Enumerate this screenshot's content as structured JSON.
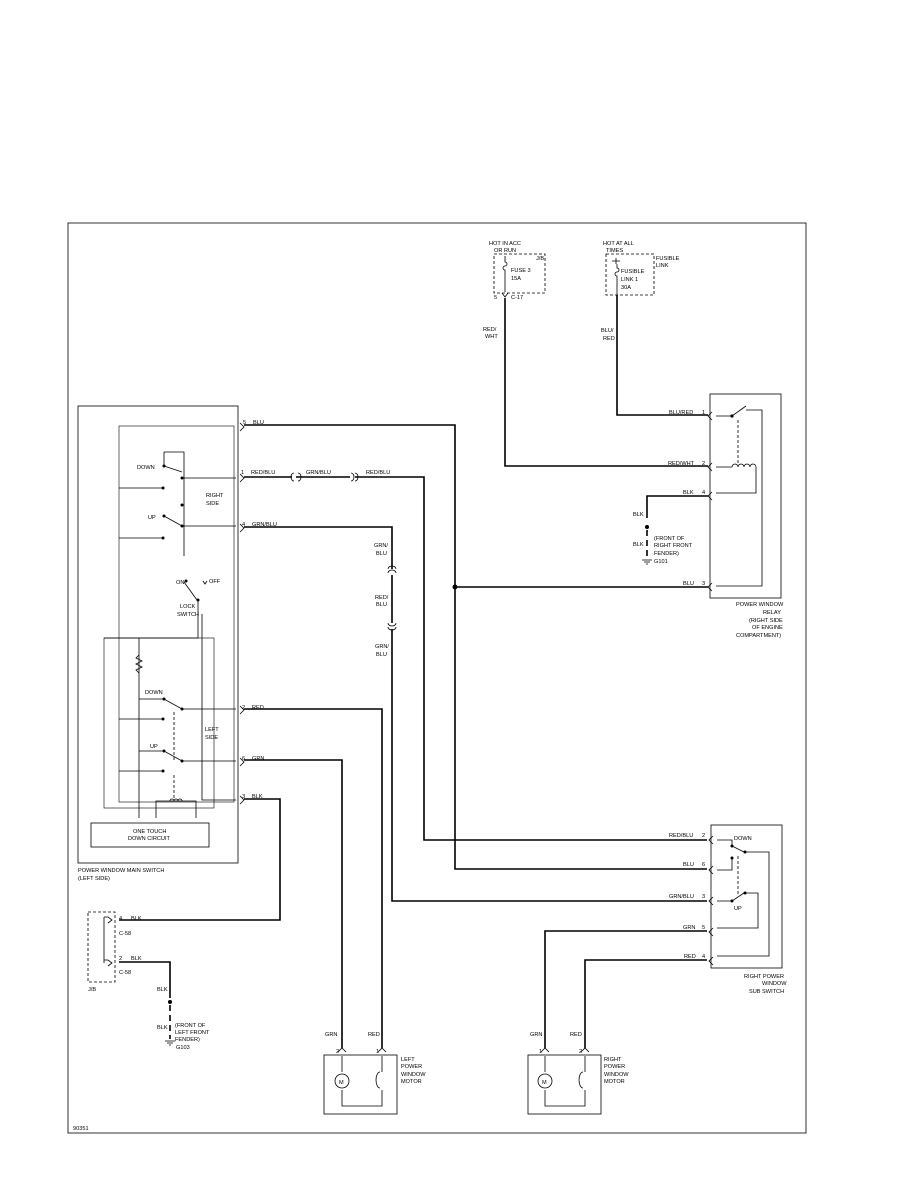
{
  "labels": {
    "top_acc": "HOT IN ACC",
    "top_run": "OR RUN",
    "jb": "J/B",
    "fuse_name": "FUSE 3",
    "fuse_amp": "15A",
    "jb_pin": "5",
    "jb_conn": "C-17",
    "red_wht_1": "RED/",
    "red_wht_2": "WHT",
    "hot_times_1": "HOT AT ALL",
    "hot_times_2": "TIMES",
    "fl_1": "FUSIBLE",
    "fl_2": "LINK",
    "fl_link_1": "FUSIBLE",
    "fl_link_2": "LINK 1",
    "fl_amp": "30A",
    "blu_red_1": "BLU/",
    "blu_red_2": "RED",
    "relay_blu_red": "BLU/RED",
    "relay_red_wht": "RED/WHT",
    "relay_blk": "BLK",
    "relay_blu": "BLU",
    "relay_pin1": "1",
    "relay_pin2": "2",
    "relay_pin4": "4",
    "relay_pin3": "3",
    "ground_blk_1": "BLK",
    "ground_blk_2": "BLK",
    "rf_1": "(FRONT OF",
    "rf_2": "RIGHT FRONT",
    "rf_3": "FENDER)",
    "g101": "G101",
    "relay_1": "POWER WINDOW",
    "relay_2": "RELAY",
    "relay_3": "(RIGHT SIDE",
    "relay_4": "OF ENGINE",
    "relay_5": "COMPARTMENT)",
    "ms_pin5": "5",
    "ms_blu": "BLU",
    "ms_pin1": "1",
    "ms_red_blu": "RED/BLU",
    "mid_grn_blu": "GRN/BLU",
    "mid_red_blu": "RED/BLU",
    "ms_pin4": "4",
    "ms_grn_blu": "GRN/BLU",
    "down_r": "DOWN",
    "right_1": "RIGHT",
    "right_2": "SIDE",
    "up_r": "UP",
    "on": "ON",
    "off": "OFF",
    "lock_1": "LOCK",
    "lock_2": "SWITCH",
    "v_grn_blu_1": "GRN/",
    "v_grn_blu_2": "BLU",
    "v_red_blu_1": "RED/",
    "v_red_blu_2": "BLU",
    "v_grn_blu_b1": "GRN/",
    "v_grn_blu_b2": "BLU",
    "down_l": "DOWN",
    "up_l": "UP",
    "left_1": "LEFT",
    "left_2": "SIDE",
    "ms_pin2": "2",
    "ms_red": "RED",
    "ms_pin6": "6",
    "ms_grn": "GRN",
    "ms_pin3": "3",
    "ms_blk": "BLK",
    "ot_1": "ONE TOUCH",
    "ot_2": "DOWN CIRCUIT",
    "ms_1": "POWER WINDOW MAIN SWITCH",
    "ms_2": "(LEFT SIDE)",
    "jb_l_pin4": "4",
    "jb_l_blk1": "BLK",
    "jb_l_c58a": "C-58",
    "jb_l_pin2": "2",
    "jb_l_blk2": "BLK",
    "jb_l_c58b": "C-58",
    "jb_l": "J/B",
    "g_l_blk1": "BLK",
    "g_l_blk2": "BLK",
    "lf_1": "(FRONT OF",
    "lf_2": "LEFT FRONT",
    "lf_3": "FENDER)",
    "g103": "G103",
    "lm_grn": "GRN",
    "lm_red": "RED",
    "lm_pin2": "2",
    "lm_pin1": "1",
    "lm_1": "LEFT",
    "lm_2": "POWER",
    "lm_3": "WINDOW",
    "lm_4": "MOTOR",
    "rm_grn": "GRN",
    "rm_red": "RED",
    "rm_pin1": "1",
    "rm_pin2": "2",
    "rm_1": "RIGHT",
    "rm_2": "POWER",
    "rm_3": "WINDOW",
    "rm_4": "MOTOR",
    "motor_m_l": "M",
    "motor_m_r": "M",
    "ss_red_blu": "RED/BLU",
    "ss_pin2": "2",
    "ss_blu": "BLU",
    "ss_pin6": "6",
    "ss_grn_blu": "GRN/BLU",
    "ss_pin3": "3",
    "ss_grn": "GRN",
    "ss_pin5": "5",
    "ss_red": "RED",
    "ss_pin4": "4",
    "ss_down": "DOWN",
    "ss_up": "UP",
    "ss_1": "RIGHT POWER",
    "ss_2": "WINDOW",
    "ss_3": "SUB SWITCH",
    "fig_id": "90351"
  }
}
